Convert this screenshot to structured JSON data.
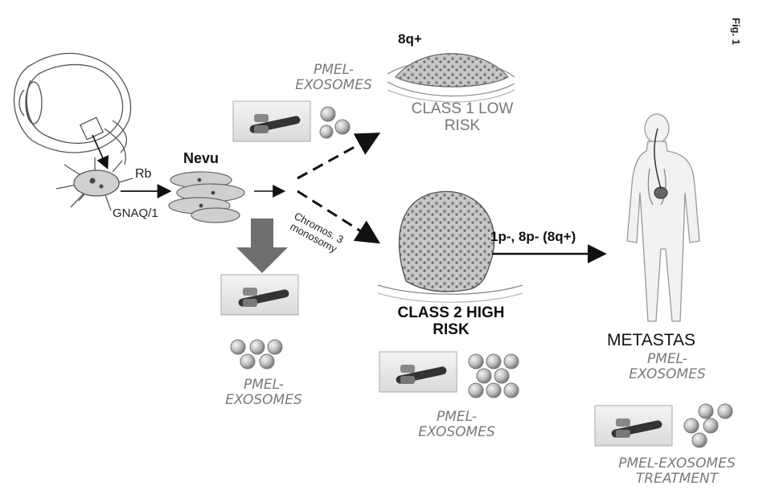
{
  "figure_label": "Fig. 1",
  "labels": {
    "rb": "Rb",
    "gnaq": "GNAQ/1",
    "nevu": "Nevu",
    "chromos_line1": "Chromos. 3",
    "chromos_line2": "monosomy",
    "q8_top": "8q+",
    "class1_line1": "CLASS 1 LOW",
    "class1_line2": "RISK",
    "class2_line1": "CLASS 2 HIGH",
    "class2_line2": "RISK",
    "chromo_changes": "1p-, 8p- (8q+)",
    "metastas": "METASTAS"
  },
  "exosome_labels": {
    "top_line1": "PMEL-",
    "top_line2": "EXOSOMES",
    "left_line1": "PMEL-",
    "left_line2": "EXOSOMES",
    "class2_line1": "PMEL-",
    "class2_line2": "EXOSOMES",
    "metastas_line1": "PMEL-",
    "metastas_line2": "EXOSOMES",
    "treatment_line1": "PMEL-EXOSOMES",
    "treatment_line2": "TREATMENT"
  },
  "colors": {
    "line": "#111111",
    "big_arrow": "#6f6f6f",
    "sphere": "#bdbdbd",
    "cell_fill": "#cfcfcf",
    "label_grey": "#7a7a7a"
  }
}
